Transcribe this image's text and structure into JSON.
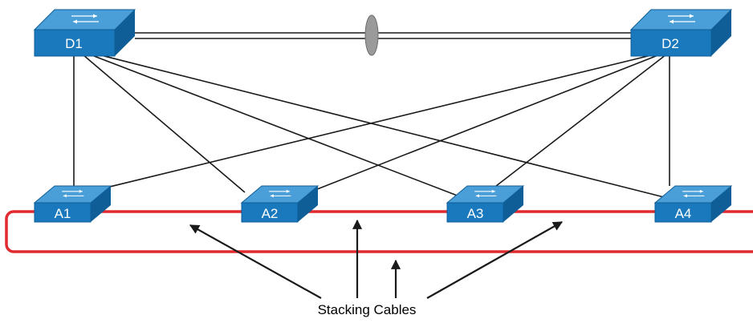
{
  "switches": {
    "d1": {
      "label": "D1"
    },
    "d2": {
      "label": "D2"
    },
    "a1": {
      "label": "A1"
    },
    "a2": {
      "label": "A2"
    },
    "a3": {
      "label": "A3"
    },
    "a4": {
      "label": "A4"
    }
  },
  "caption": "Stacking Cables",
  "colors": {
    "switch_face": "#1a78bd",
    "switch_top": "#4a9fd8",
    "stack_cable": "#e02a2f",
    "link": "#1a1a1a",
    "etherchannel_oval": "#9a9a9a"
  },
  "icons": {
    "switch": "layer2-switch-icon",
    "etherchannel": "etherchannel-oval-icon",
    "arrow": "arrow-icon"
  }
}
